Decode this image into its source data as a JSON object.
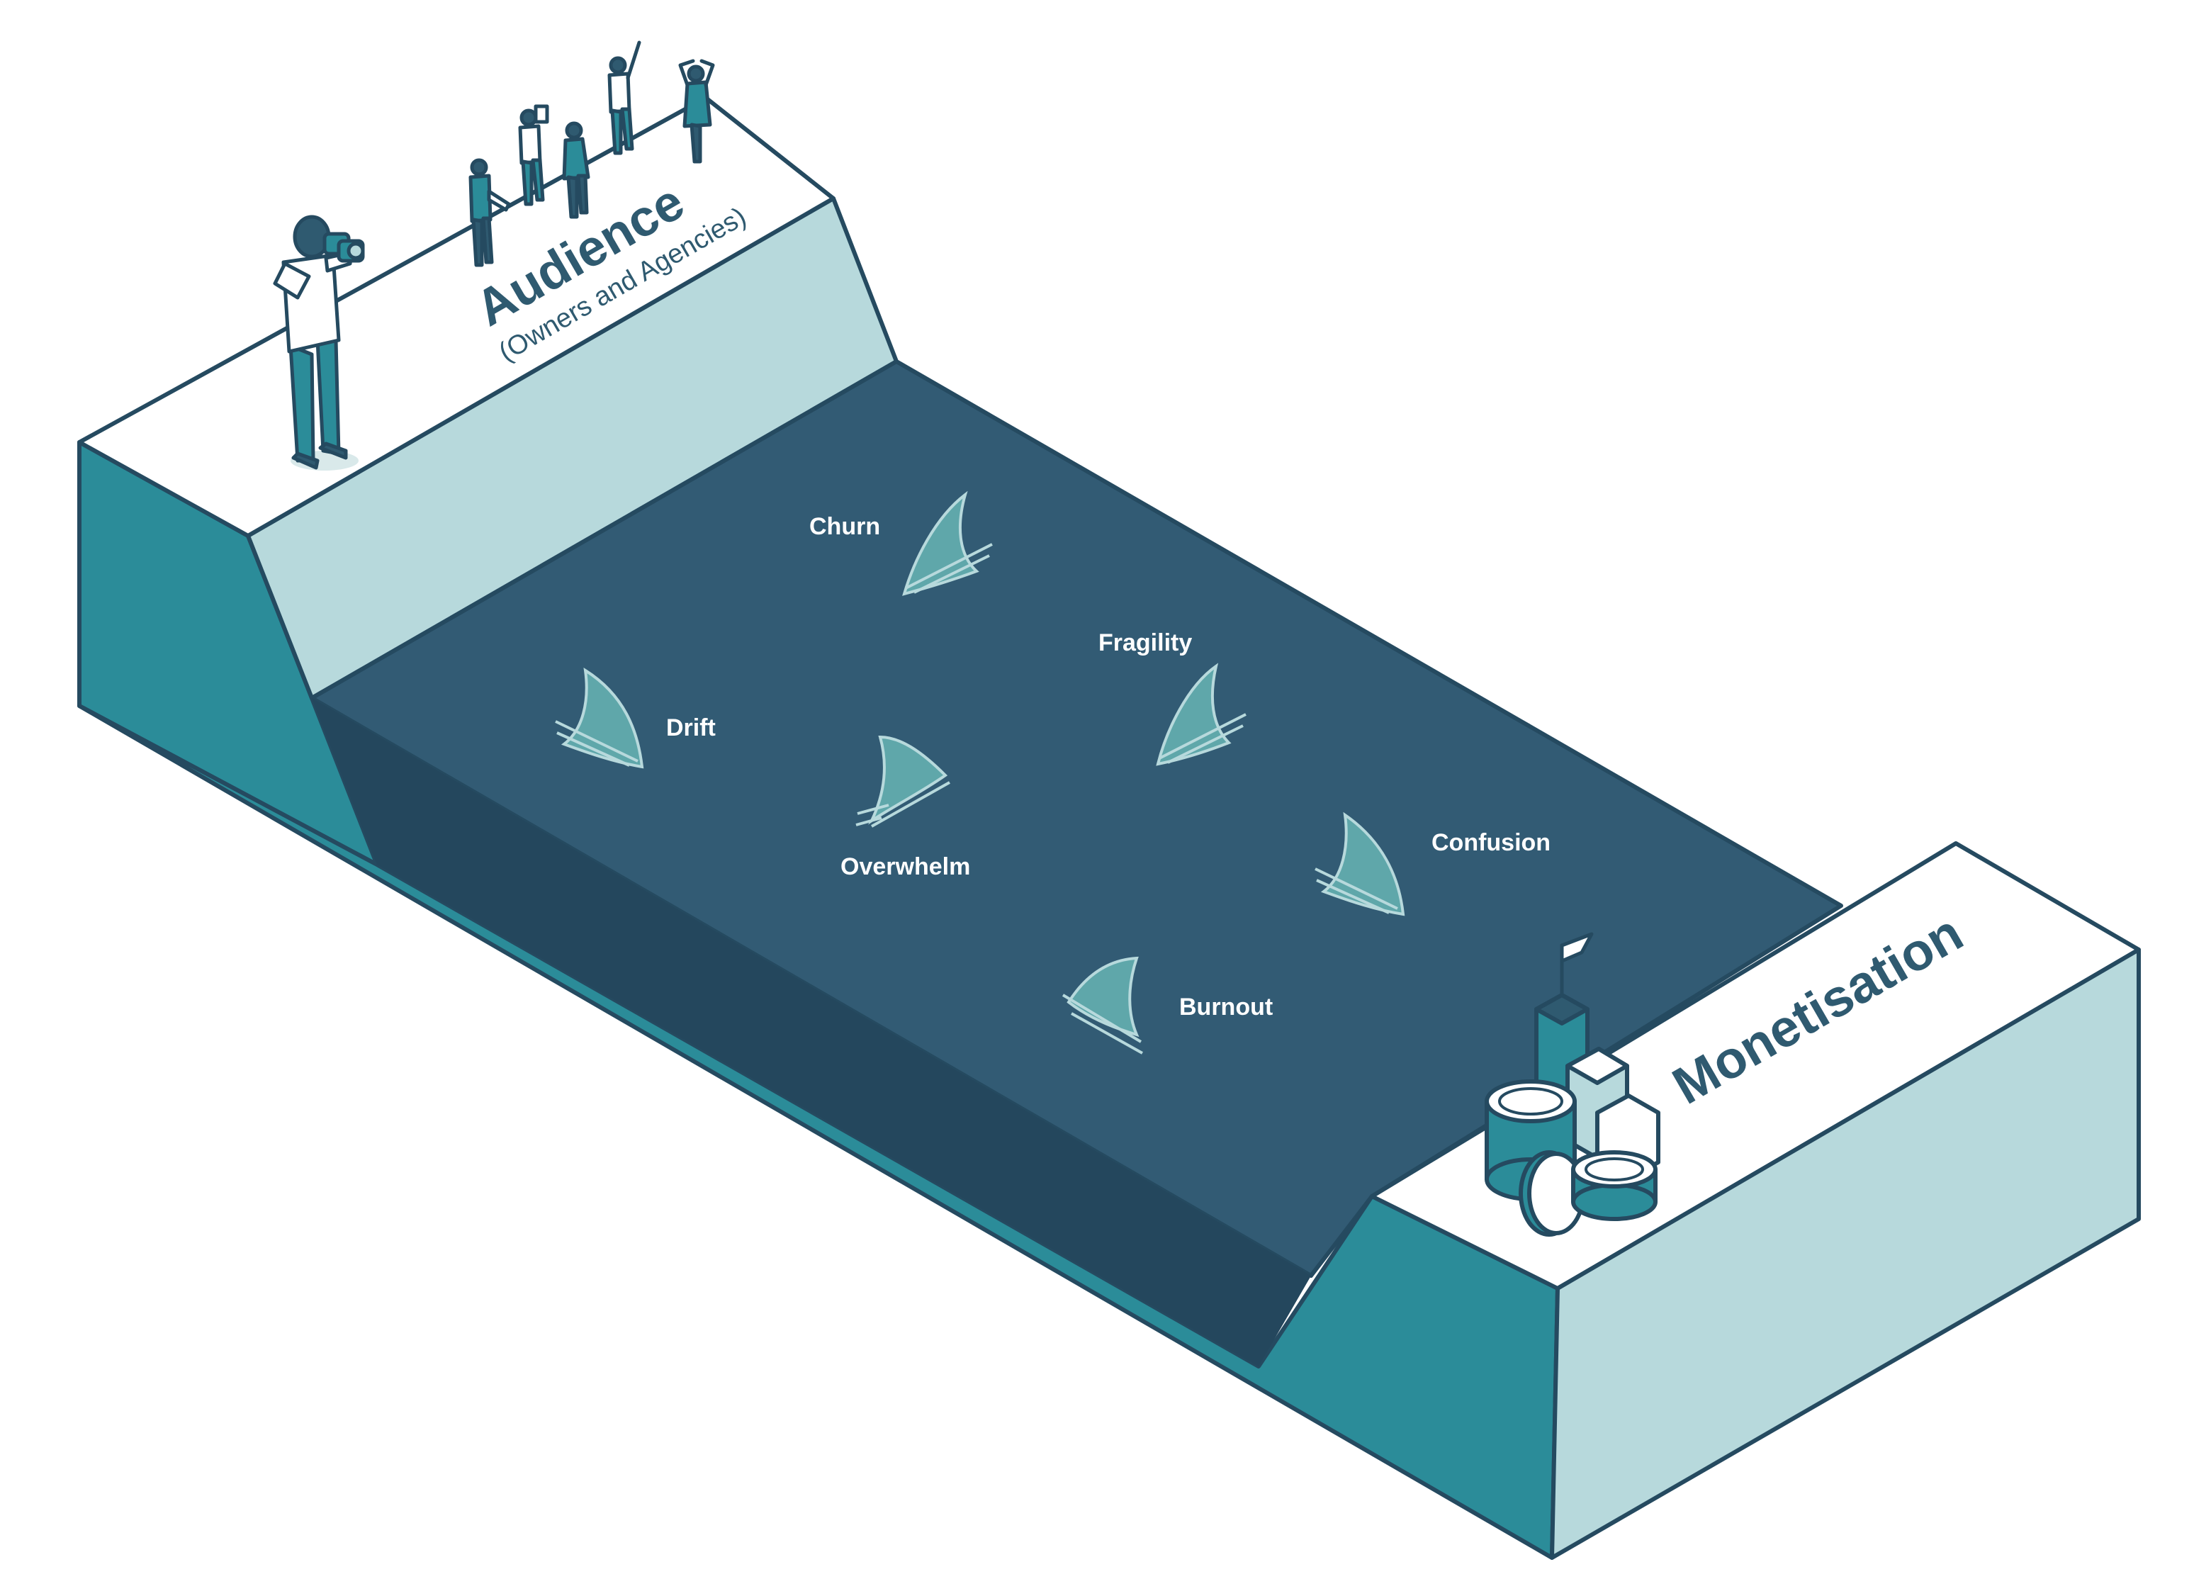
{
  "colors": {
    "water": "#325b74",
    "water_deep": "#24475d",
    "wall_teal": "#2b8c99",
    "bank_light": "#b7d9dc",
    "bank_top": "#ffffff",
    "outline": "#254a60",
    "fin": "#5fa7aa",
    "label": "#ffffff",
    "title": "#2f5a70"
  },
  "left_bank": {
    "title": "Audience",
    "subtitle": "(Owners and Agencies)",
    "icons": [
      "person-with-binoculars-icon",
      "crowd-of-people-icon"
    ]
  },
  "right_bank": {
    "title": "Monetisation",
    "icons": [
      "coin-stack-icon",
      "bar-chart-blocks-icon",
      "flag-icon"
    ]
  },
  "hazards": [
    {
      "label": "Churn",
      "icon": "shark-fin-icon"
    },
    {
      "label": "Fragility",
      "icon": "shark-fin-icon"
    },
    {
      "label": "Drift",
      "icon": "shark-fin-icon"
    },
    {
      "label": "Overwhelm",
      "icon": "shark-fin-icon"
    },
    {
      "label": "Confusion",
      "icon": "shark-fin-icon"
    },
    {
      "label": "Burnout",
      "icon": "shark-fin-icon"
    }
  ]
}
